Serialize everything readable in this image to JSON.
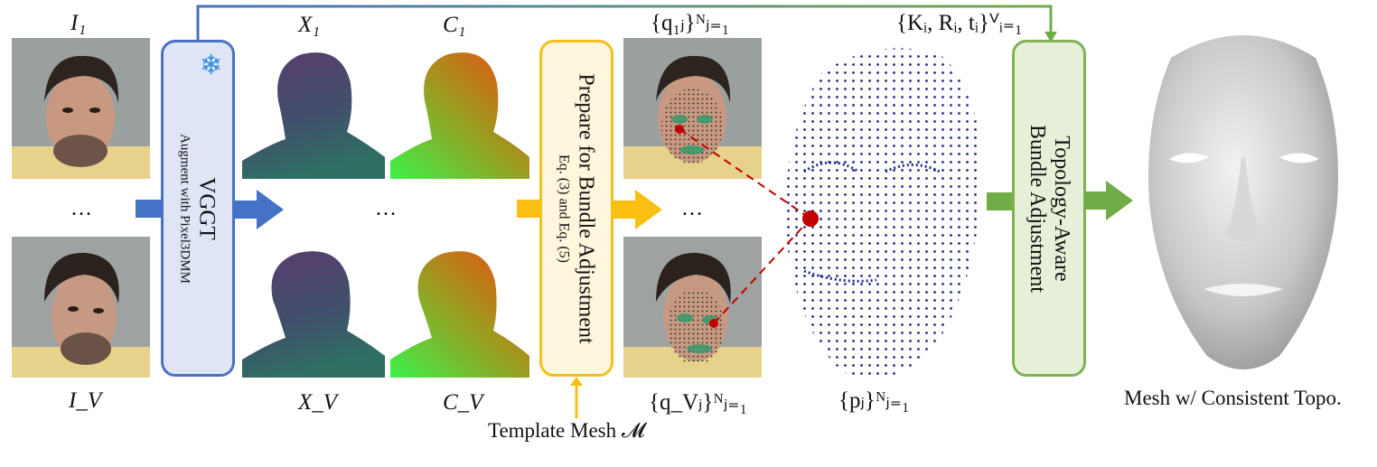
{
  "inputs": {
    "label_first": "I₁",
    "label_last": "I_V",
    "ellipsis": "…"
  },
  "vggt": {
    "title": "VGGT",
    "subtitle": "Augment with Pixel3DMM",
    "icon": "snowflake-icon",
    "fill": "#dfe5f5",
    "stroke": "#4a72c4"
  },
  "maps": {
    "x_first": "X₁",
    "x_last": "X_V",
    "c_first": "C₁",
    "c_last": "C_V",
    "ellipsis": "…"
  },
  "prepare": {
    "title": "Prepare for Bundle Adjustment",
    "subtitle": "Eq. (3) and Eq. (5)",
    "fill": "#fef6dd",
    "stroke": "#f5bf1c"
  },
  "template": {
    "label": "Template Mesh 𝓜"
  },
  "tracks": {
    "q_first": "{q₁ⱼ}ᴺⱼ₌₁",
    "q_last": "{q_Vⱼ}ᴺⱼ₌₁",
    "ellipsis": "…"
  },
  "points": {
    "label": "{pⱼ}ᴺⱼ₌₁"
  },
  "cameras": {
    "label": "{Kᵢ, Rᵢ, tᵢ}ⱽᵢ₌₁"
  },
  "ba": {
    "title": "Topology-Aware",
    "title2": "Bundle Adjustment",
    "fill": "#e6f0d8",
    "stroke": "#7fb153"
  },
  "output": {
    "label": "Mesh w/ Consistent Topo."
  },
  "colors": {
    "blue_arrow": "#4472c4",
    "yellow_arrow": "#fbbf12",
    "green_arrow": "#70ad47",
    "correspondence": "#c00000",
    "point_cloud": "#1f2a8c"
  }
}
